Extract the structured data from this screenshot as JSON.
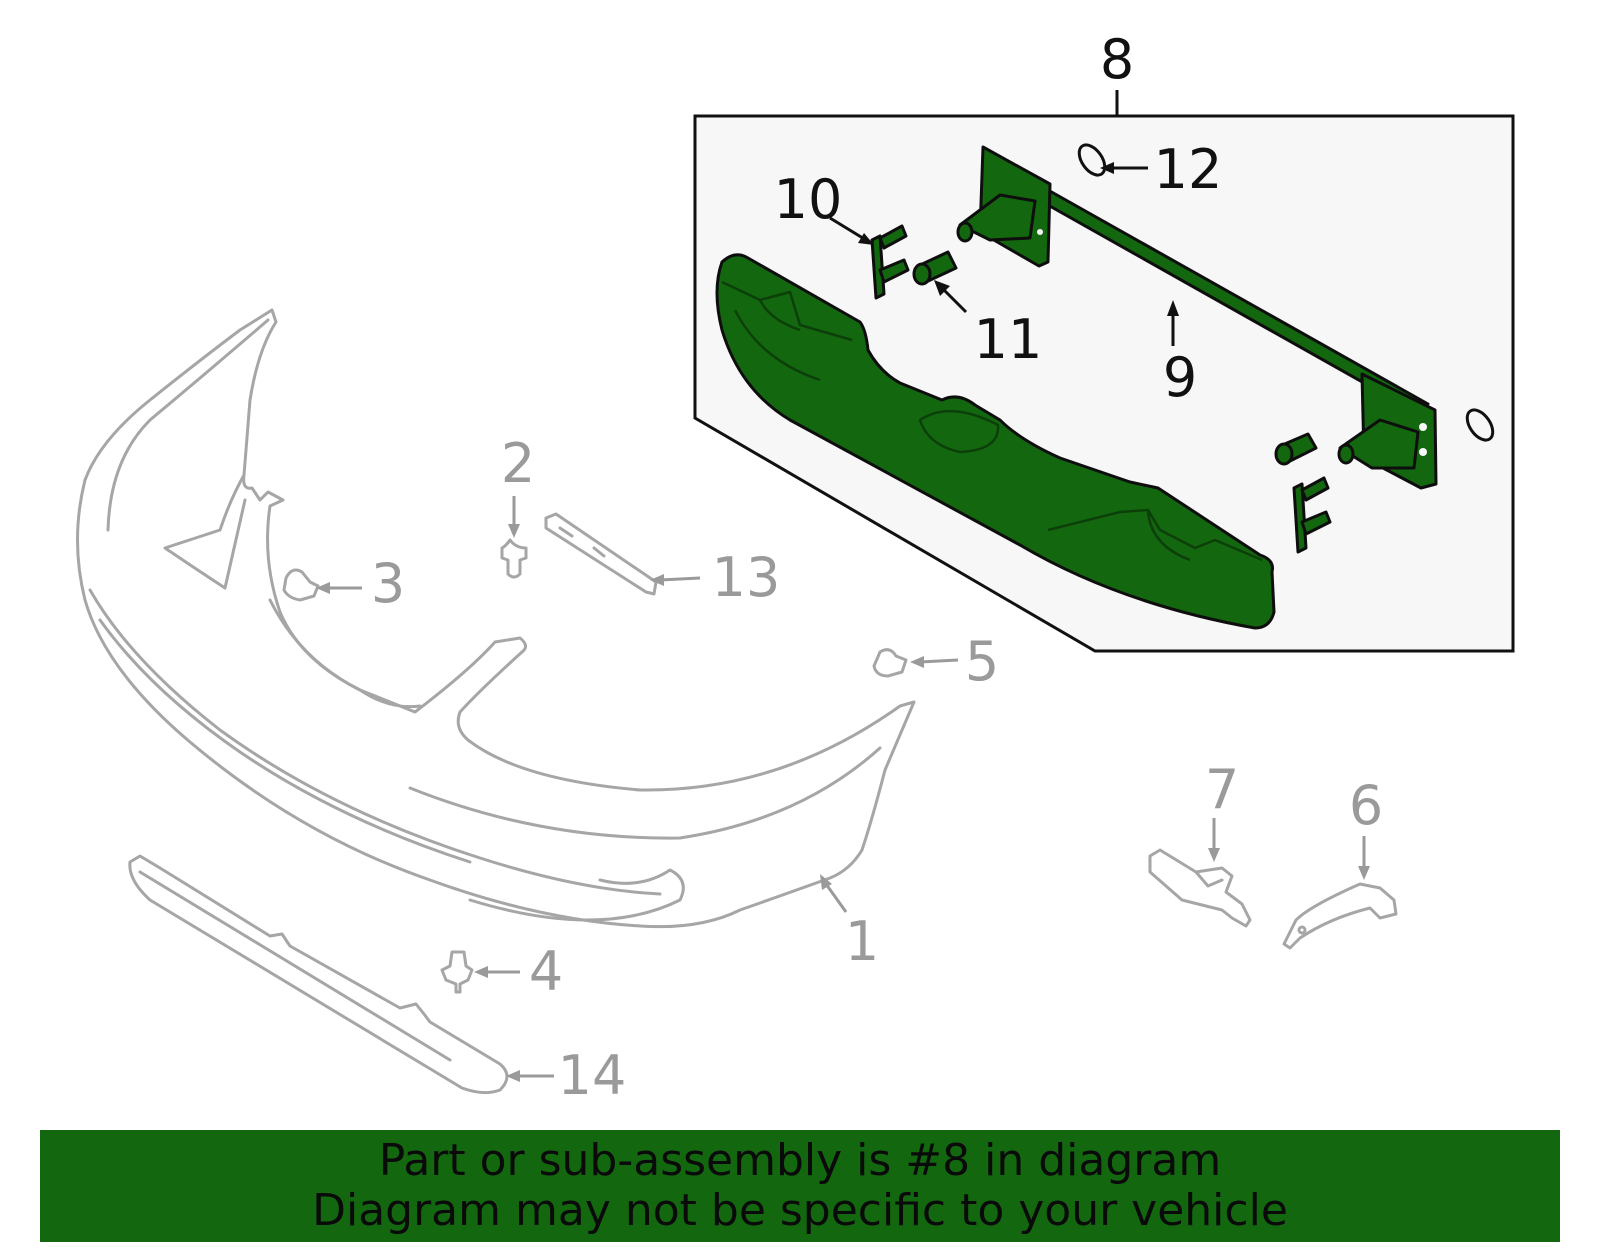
{
  "banner": {
    "line1": "Part or sub-assembly is #8 in diagram",
    "line2": "Diagram may not be specific to your vehicle"
  },
  "callouts": {
    "c1": "1",
    "c2": "2",
    "c3": "3",
    "c4": "4",
    "c5": "5",
    "c6": "6",
    "c7": "7",
    "c8": "8",
    "c9": "9",
    "c10": "10",
    "c11": "11",
    "c12": "12",
    "c13": "13",
    "c14": "14"
  },
  "colors": {
    "highlight": "#13680f",
    "inactive_part": "#a6a6a6",
    "callout_active": "#111111",
    "callout_inactive": "#9a9a9a"
  },
  "highlighted_part": "8"
}
